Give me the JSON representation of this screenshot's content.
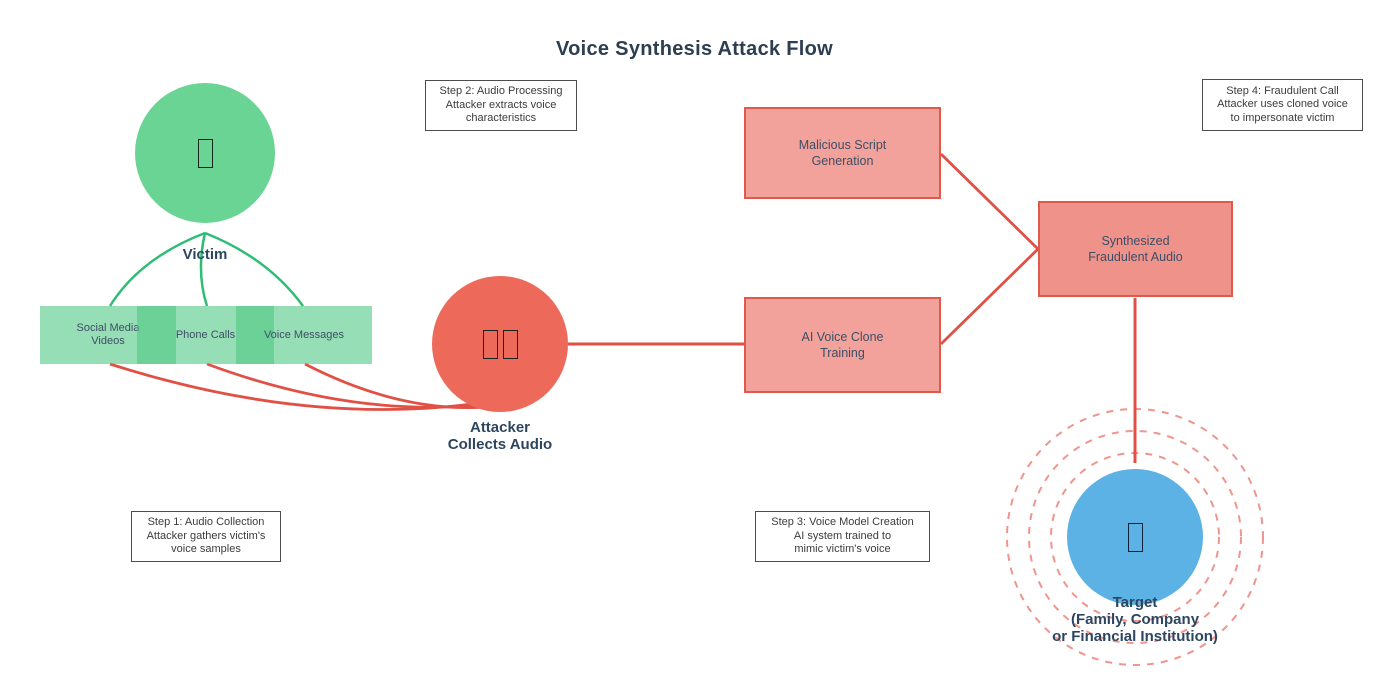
{
  "title": "Voice Synthesis Attack Flow",
  "colors": {
    "victim_green": "#69d494",
    "source_green_fill": "#a3e3c0",
    "source_green_overlap": "#6fd3a0",
    "green_edge": "#2ebd75",
    "attacker_red": "#ed6a5b",
    "red_edge": "#e05045",
    "process_pink_fill": "#f2a29a",
    "process_border": "#e05a4b",
    "synth_fill": "#ef928a",
    "target_blue": "#5cb2e5",
    "dashed_ring": "#f0958d",
    "label_dark": "#2d4660",
    "title_dark": "#2d3e50"
  },
  "nodes": {
    "victim": {
      "label": "Victim",
      "icon": "missing-glyph-box"
    },
    "sources": [
      {
        "label": "Social Media\nVideos"
      },
      {
        "label": "Phone Calls"
      },
      {
        "label": "Voice Messages"
      }
    ],
    "attacker": {
      "label": "Attacker\nCollects Audio",
      "icon": "missing-glyph-box-pair"
    },
    "processes": [
      {
        "label": "Malicious Script\nGeneration"
      },
      {
        "label": "AI Voice Clone\nTraining"
      },
      {
        "label": "Synthesized\nFraudulent Audio"
      }
    ],
    "target": {
      "label": "Target\n(Family, Company\nor Financial Institution)",
      "icon": "missing-glyph-box"
    }
  },
  "steps": [
    {
      "text": "Step 1: Audio Collection\nAttacker gathers victim's\nvoice samples"
    },
    {
      "text": "Step 2: Audio Processing\nAttacker extracts voice\ncharacteristics"
    },
    {
      "text": "Step 3: Voice Model Creation\nAI system trained to\nmimic victim's voice"
    },
    {
      "text": "Step 4: Fraudulent Call\nAttacker uses cloned voice\nto impersonate victim"
    }
  ],
  "edges": [
    {
      "from": "victim",
      "to": "social-media-videos",
      "color": "green"
    },
    {
      "from": "victim",
      "to": "phone-calls",
      "color": "green"
    },
    {
      "from": "victim",
      "to": "voice-messages",
      "color": "green"
    },
    {
      "from": "social-media-videos",
      "to": "attacker",
      "color": "red"
    },
    {
      "from": "phone-calls",
      "to": "attacker",
      "color": "red"
    },
    {
      "from": "voice-messages",
      "to": "attacker",
      "color": "red"
    },
    {
      "from": "attacker",
      "to": "ai-voice-clone-training",
      "color": "red"
    },
    {
      "from": "malicious-script-generation",
      "to": "synthesized-fraudulent-audio",
      "color": "red"
    },
    {
      "from": "ai-voice-clone-training",
      "to": "synthesized-fraudulent-audio",
      "color": "red"
    },
    {
      "from": "synthesized-fraudulent-audio",
      "to": "target",
      "color": "red"
    }
  ]
}
